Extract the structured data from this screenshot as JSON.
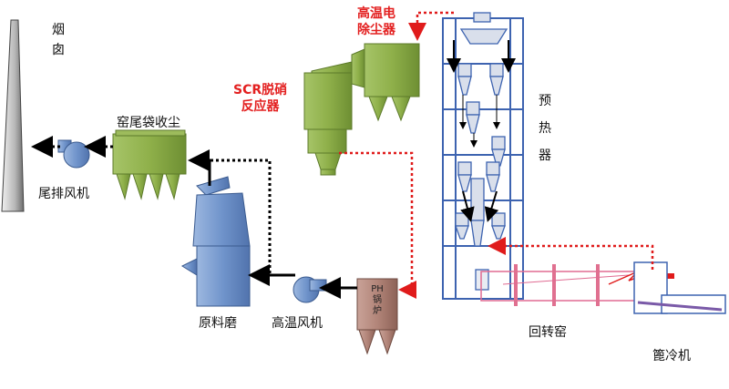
{
  "labels": {
    "chimney": "烟囱",
    "kiln_tail_baghouse": "窑尾袋收尘",
    "tail_exhaust_fan": "尾排风机",
    "raw_mill": "原料磨",
    "high_temp_fan": "高温风机",
    "ph_boiler_line1": "PH",
    "ph_boiler_line2": "锅",
    "ph_boiler_line3": "炉",
    "scr_reactor_line1": "SCR脱硝",
    "scr_reactor_line2": "反应器",
    "hot_esp_line1": "高温电",
    "hot_esp_line2": "除尘器",
    "preheater": "预热器",
    "rotary_kiln": "回转窑",
    "grate_cooler": "篦冷机"
  },
  "colors": {
    "green_equipment": "#8fb04a",
    "blue_equipment": "#6f93c9",
    "ph_boiler": "#b28579",
    "preheater_frame": "#3d63b0",
    "kiln_pink": "#e06b92",
    "flow_red": "#e01b1b",
    "flow_black": "#000000"
  }
}
